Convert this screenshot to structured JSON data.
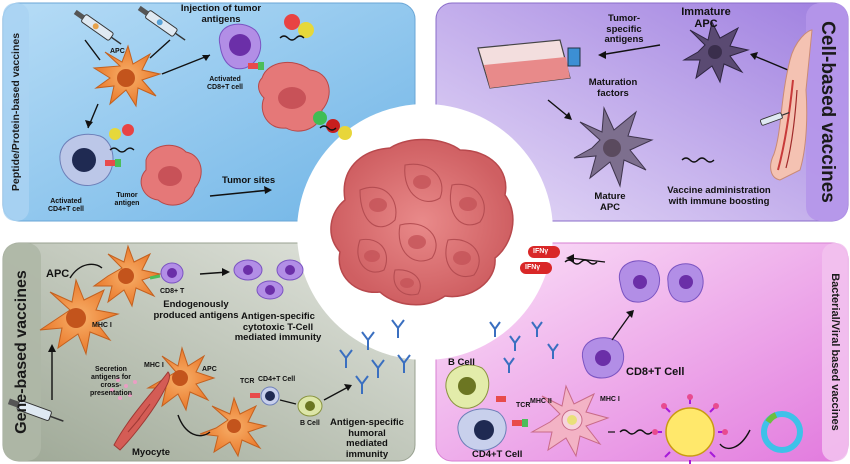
{
  "quadrants": {
    "peptide": {
      "title": "Peptide/Protein-based vaccines",
      "labels": {
        "apc": "APC",
        "injection": "Injection of tumor antigens",
        "activated_cd8": "Activated CD8+T cell",
        "activated_cd4": "Activated CD4+T cell",
        "tumor_antigen": "Tumor antigen",
        "tumor_sites": "Tumor sites"
      }
    },
    "cell": {
      "title": "Cell-based vaccines",
      "labels": {
        "tumor_specific": "Tumor-specific antigens",
        "immature_apc": "Immature APC",
        "maturation": "Maturation factors",
        "mature_apc": "Mature APC",
        "vaccine_admin": "Vaccine administration with immune boosting"
      }
    },
    "gene": {
      "title": "Gene-based vaccines",
      "labels": {
        "apc_top": "APC",
        "cd8t": "CD8+ T",
        "endogenous": "Endogenously produced antigens",
        "ctl": "Antigen-specific cytotoxic T-Cell mediated immunity",
        "mhc1_a": "MHC I",
        "mhc1_b": "MHC I",
        "secretion": "Secretion antigens for cross-presentation",
        "apc_mid": "APC",
        "tcr": "TCR",
        "cd4t": "CD4+T Cell",
        "bcell": "B Cell",
        "humoral": "Antigen-specific humoral mediated immunity",
        "myocyte": "Myocyte"
      }
    },
    "bacterial": {
      "title": "Bacterial/Viral based vaccines",
      "labels": {
        "ifn1": "IFNγ",
        "ifn2": "IFNγ",
        "bcell": "B Cell",
        "cd8": "CD8+T Cell",
        "tcr": "TCR",
        "mhc2": "MHC II",
        "mhc1": "MHC I",
        "cd4": "CD4+T Cell"
      }
    }
  },
  "colors": {
    "peptide_bg": "#8ec8ee",
    "cell_bg": "#b89ae6",
    "gene_bg": "#bfc6bb",
    "bacterial_bg": "#ee9ee8",
    "tumor": "#e07f7f",
    "apc": "#f08a3c",
    "tcell": "#9a7fd1"
  }
}
